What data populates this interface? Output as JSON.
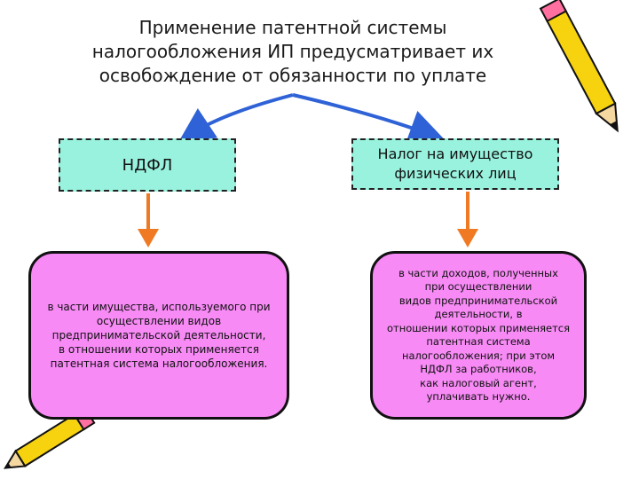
{
  "title": "Применение патентной системы\nналогообложения ИП предусматривает их\nосвобождение от обязанности по уплате",
  "boxes": {
    "ndfl": "НДФЛ",
    "property": "Налог на имущество\nфизических лиц"
  },
  "cards": {
    "left": "в части имущества, используемого при\nосуществлении видов\nпредпринимательской деятельности,\nв отношении которых применяется\nпатентная система налогообложения.",
    "right": "в части доходов, полученных\nпри осуществлении\nвидов предпринимательской\nдеятельности, в\nотношении которых применяется\nпатентная система\nналогообложения; при этом\nНДФЛ за работников,\nкак налоговый агент,\nуплачивать нужно."
  },
  "colors": {
    "top_box": "#99f2de",
    "card": "#f78af5",
    "blue_arrow": "#2e62d6",
    "orange_arrow": "#ef7a23"
  },
  "decorations": [
    "pencil-icon",
    "pencil-icon"
  ]
}
